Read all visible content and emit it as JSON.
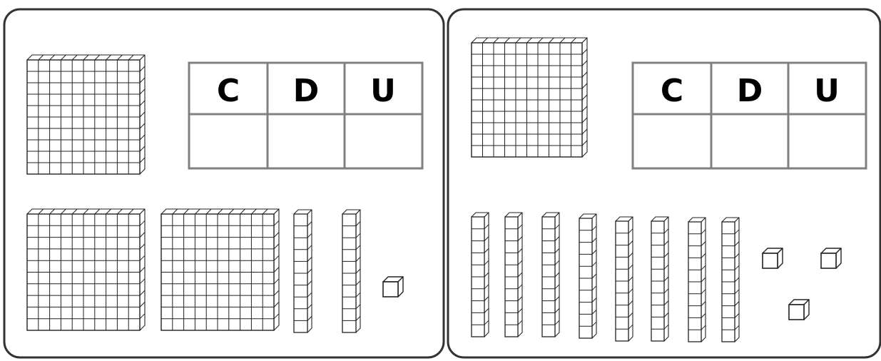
{
  "panels": [
    {
      "table_headers": [
        "C",
        "D",
        "U"
      ],
      "table_values": [
        "",
        "",
        ""
      ],
      "blocks": {
        "hundreds": 3,
        "tens": 2,
        "units": 1
      }
    },
    {
      "table_headers": [
        "C",
        "D",
        "U"
      ],
      "table_values": [
        "",
        "",
        ""
      ],
      "blocks": {
        "hundreds": 1,
        "tens": 8,
        "units": 3
      }
    }
  ],
  "colors": {
    "line": "#222222",
    "panel_border": "#333333",
    "table_border": "#808080"
  }
}
